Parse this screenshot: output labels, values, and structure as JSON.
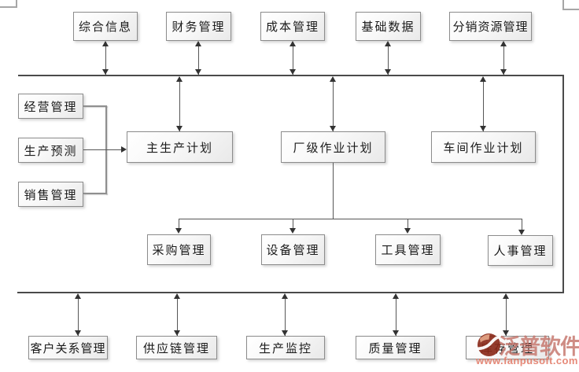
{
  "diagram": {
    "top_row": [
      {
        "label": "综合信息"
      },
      {
        "label": "财务管理"
      },
      {
        "label": "成本管理"
      },
      {
        "label": "基础数据"
      },
      {
        "label": "分销资源管理"
      }
    ],
    "left_column": [
      {
        "label": "经营管理"
      },
      {
        "label": "生产预测"
      },
      {
        "label": "销售管理"
      }
    ],
    "plan_row": [
      {
        "label": "主生产计划"
      },
      {
        "label": "厂级作业计划"
      },
      {
        "label": "车间作业计划"
      }
    ],
    "support_row": [
      {
        "label": "采购管理"
      },
      {
        "label": "设备管理"
      },
      {
        "label": "工具管理"
      },
      {
        "label": "人事管理"
      }
    ],
    "bottom_row": [
      {
        "label": "客户关系管理"
      },
      {
        "label": "供应链管理"
      },
      {
        "label": "生产监控"
      },
      {
        "label": "质量管理"
      },
      {
        "label": "库存管理"
      }
    ]
  },
  "watermark": {
    "brand": "泛普软件",
    "url": "www.fanpusoft.com",
    "logo": "fanpu-logo-icon"
  },
  "colors": {
    "box_border": "#8c8c8c",
    "connector_line": "#565656",
    "bus_line": "#4a4a4a",
    "arrowhead": "#333333",
    "watermark_brand": "#c4746a",
    "watermark_url": "#e27460",
    "watermark_logo": "#8a2a1a"
  }
}
